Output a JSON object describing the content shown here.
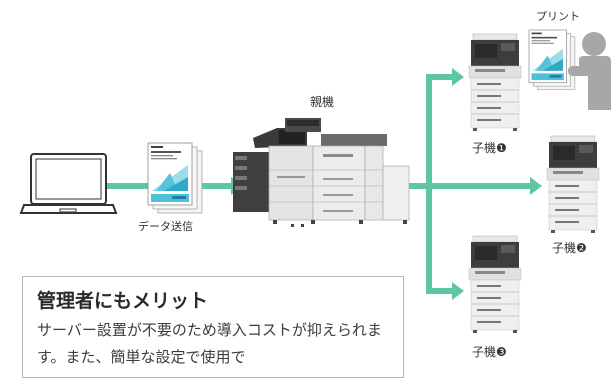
{
  "diagram": {
    "label_parent": "親機",
    "label_data_send": "データ送信",
    "label_print": "プリント",
    "children": [
      {
        "label": "子機❶"
      },
      {
        "label": "子機❷"
      },
      {
        "label": "子機❸"
      }
    ]
  },
  "merit": {
    "title": "管理者にもメリット",
    "body": "サーバー設置が不要のため導入コストが抑えられます。また、簡単な設定で使用で"
  },
  "colors": {
    "connector": "#5cc6a6",
    "person": "#a7a7a7",
    "doc_accent": "#46b8d8",
    "box_border": "#b8b8b8"
  },
  "icons": [
    "laptop-icon",
    "document-icon",
    "printer-icon",
    "person-icon"
  ]
}
